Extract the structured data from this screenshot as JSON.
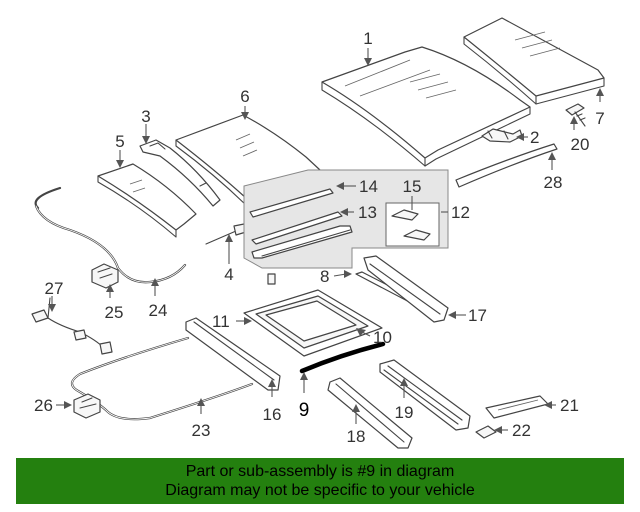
{
  "callouts": [
    "1",
    "2",
    "3",
    "4",
    "5",
    "6",
    "7",
    "8",
    "9",
    "10",
    "11",
    "12",
    "13",
    "14",
    "15",
    "16",
    "17",
    "18",
    "19",
    "20",
    "21",
    "22",
    "23",
    "24",
    "25",
    "26",
    "27",
    "28"
  ],
  "highlighted_part": "9",
  "banner": {
    "line1": "Part or sub-assembly is #9 in diagram",
    "line2": "Diagram may not be specific to your vehicle"
  },
  "colors": {
    "banner_bg": "#24800f",
    "highlight": "#000000",
    "group_box_bg": "#e6e6e6"
  }
}
